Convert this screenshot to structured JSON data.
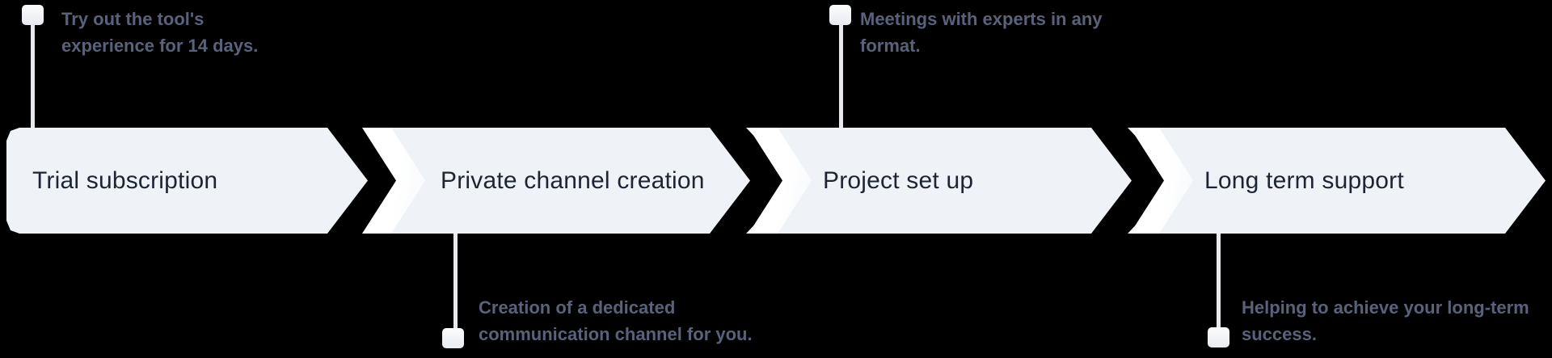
{
  "timeline": {
    "stages": [
      {
        "label": "Trial subscription"
      },
      {
        "label": "Private channel creation"
      },
      {
        "label": "Project set up"
      },
      {
        "label": "Long term support"
      }
    ],
    "colors": {
      "background": "#000000",
      "segment_fill": "#eff2f7",
      "arrow_separator": "#ffffff",
      "label_text": "#1d2433",
      "annotation_text": "#59627a",
      "connector": "#e7e9ed",
      "marker_fill": "#eef0f4"
    }
  },
  "annotations": [
    {
      "stage": "Trial subscription",
      "position": "top",
      "line1": "Try out the tool's",
      "line2": "experience for 14 days."
    },
    {
      "stage": "Private channel creation",
      "position": "bottom",
      "line1": "Creation of a dedicated",
      "line2": "communication channel for you."
    },
    {
      "stage": "Project set up",
      "position": "top",
      "line1": "Meetings with experts in any",
      "line2": "format."
    },
    {
      "stage": "Long term support",
      "position": "bottom",
      "line1": "Helping to achieve your long-term",
      "line2": "success."
    }
  ]
}
